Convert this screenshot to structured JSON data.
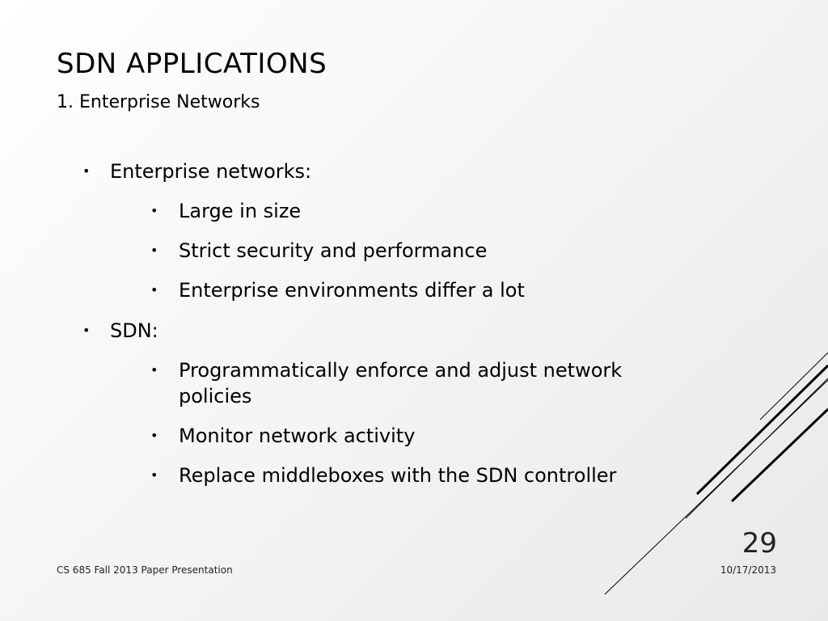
{
  "slide": {
    "title": "SDN APPLICATIONS",
    "subtitle": "1. Enterprise Networks",
    "bullets": [
      {
        "text": "Enterprise networks:",
        "subitems": [
          "Large in size",
          "Strict security and performance",
          "Enterprise environments differ a lot"
        ]
      },
      {
        "text": "SDN:",
        "subitems": [
          "Programmatically enforce and adjust network policies",
          "Monitor network activity",
          "Replace middleboxes with the SDN controller"
        ]
      }
    ],
    "bullet_glyph": "•",
    "slide_number": "29",
    "footer_left": "CS 685 Fall 2013 Paper Presentation",
    "footer_right": "10/17/2013"
  },
  "colors": {
    "background_light": "#ffffff",
    "background_dark": "#e9e9e9",
    "text": "#000000",
    "decoration_lines": "#000000"
  }
}
